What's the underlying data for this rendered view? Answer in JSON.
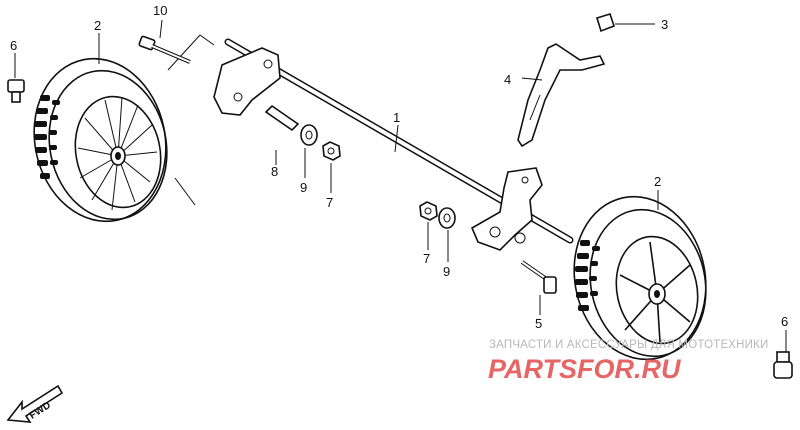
{
  "callouts": {
    "c1": "1",
    "c2_left": "2",
    "c2_right": "2",
    "c3": "3",
    "c4": "4",
    "c5": "5",
    "c6_left": "6",
    "c6_right": "6",
    "c7_left": "7",
    "c7_right": "7",
    "c8": "8",
    "c9_left": "9",
    "c9_right": "9",
    "c10": "10"
  },
  "forward_label": "FWD",
  "watermark": {
    "caption": "ЗАПЧАСТИ И АКСЕССУАРЫ ДЛЯ МОТОТЕХНИКИ",
    "logo": "PARTSFOR.RU"
  },
  "colors": {
    "line": "#111111",
    "watermark_logo": "#e24b4b",
    "watermark_caption": "#b8b8b8"
  }
}
